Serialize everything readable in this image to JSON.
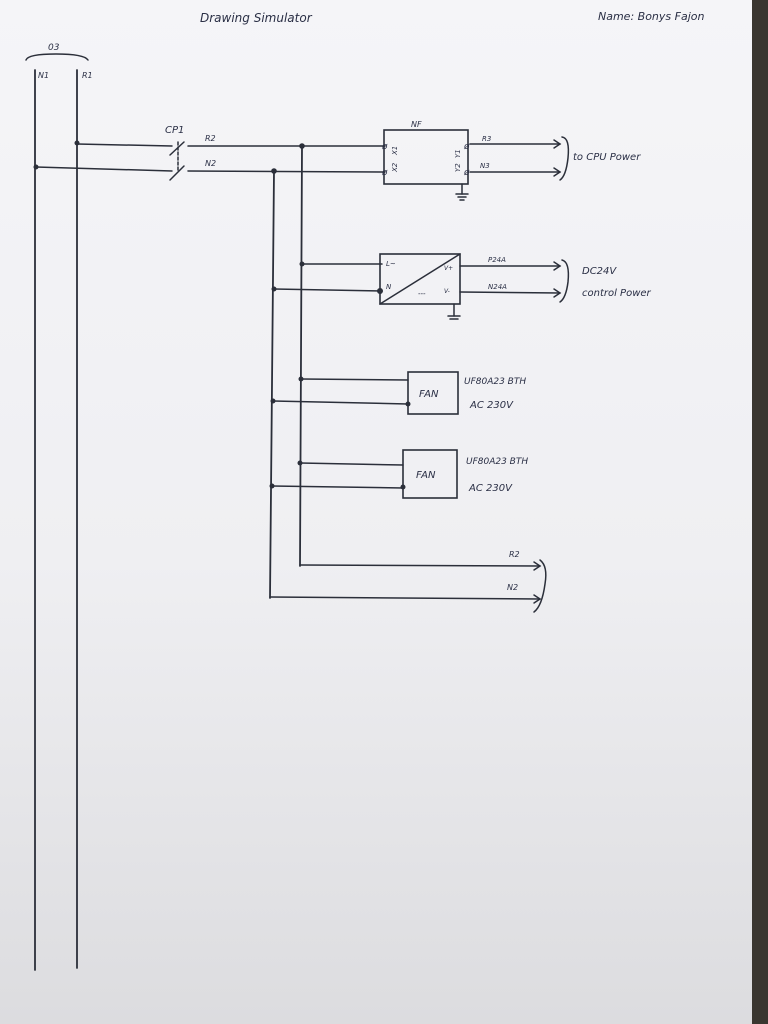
{
  "title": "Drawing Simulator",
  "author": "Name: Bonys Fajon",
  "bus": {
    "group": "03",
    "neutral": "N1",
    "phase": "R1"
  },
  "breaker": {
    "name": "CP1",
    "out_phase": "R2",
    "out_neutral": "N2"
  },
  "filter": {
    "name": "NF",
    "in_phase": "X1",
    "in_neutral": "X2",
    "out_phase": "Y1",
    "out_neutral": "Y2",
    "out_phase_wire": "R3",
    "out_neutral_wire": "N3",
    "destination": "to CPU Power"
  },
  "psu": {
    "in_phase": "L~",
    "in_neutral": "N",
    "out_pos": "V+",
    "out_neg": "V-",
    "dc_symbol": "---",
    "out_pos_wire": "P24A",
    "out_neg_wire": "N24A",
    "destination_line1": "DC24V",
    "destination_line2": "control Power"
  },
  "fans": [
    {
      "label": "FAN",
      "model": "UF80A23 BTH",
      "rating": "AC 230V"
    },
    {
      "label": "FAN",
      "model": "UF80A23 BTH",
      "rating": "AC 230V"
    }
  ],
  "outputs": {
    "phase": "R2",
    "neutral": "N2"
  },
  "colors": {
    "paper": "#f4f4f6",
    "ink": "#2b2f3a",
    "text": "#2a2f45"
  }
}
